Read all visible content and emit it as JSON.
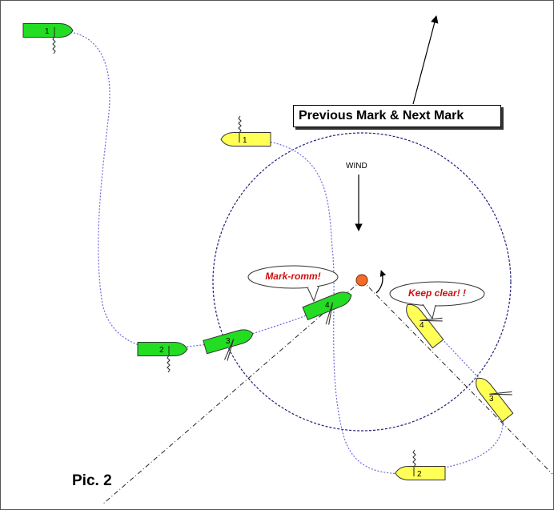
{
  "title": "Previous Mark & Next Mark",
  "caption": "Pic. 2",
  "wind_label": "WIND",
  "callouts": {
    "green": "Mark-romm!",
    "yellow": "Keep clear! !"
  },
  "boats": {
    "green": [
      {
        "label": "1"
      },
      {
        "label": "2"
      },
      {
        "label": "3"
      },
      {
        "label": "4"
      }
    ],
    "yellow": [
      {
        "label": "1"
      },
      {
        "label": "2"
      },
      {
        "label": "3"
      },
      {
        "label": "4"
      }
    ]
  },
  "colors": {
    "green_boat": "#22dd22",
    "yellow_boat": "#ffff55",
    "mark": "#f26b2a",
    "callout_text": "#cc1111",
    "zone_circle": "#1f1f7a",
    "track": "#6a6adb"
  }
}
